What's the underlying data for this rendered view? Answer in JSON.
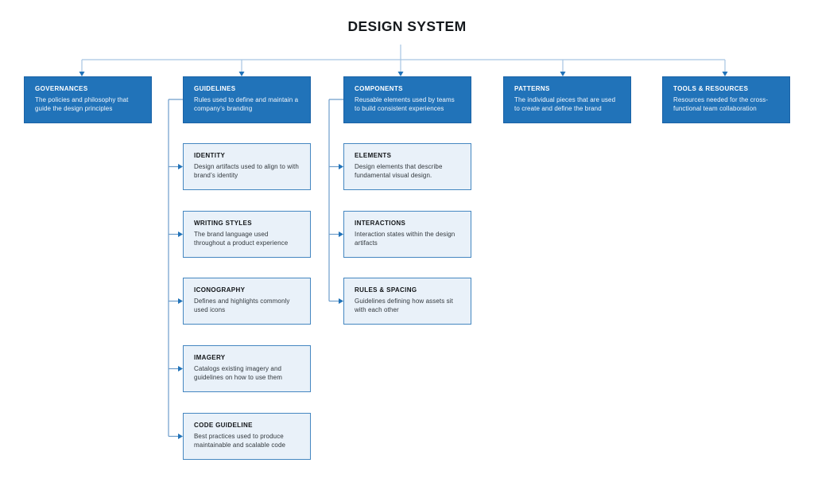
{
  "title": "DESIGN SYSTEM",
  "colors": {
    "primary_box_fill": "#2173b9",
    "primary_box_text": "#ffffff",
    "sub_box_fill": "#e9f1f9",
    "sub_box_border": "#4587c1",
    "sub_box_text": "#161616",
    "tree_line": "#a6c5e2",
    "branch_line": "#6d9dcb",
    "arrowhead": "#2173b9",
    "background": "#ffffff"
  },
  "top_nodes": [
    {
      "id": "governances",
      "title": "GOVERNANCES",
      "description": "The policies and philosophy that guide the design principles"
    },
    {
      "id": "guidelines",
      "title": "GUIDELINES",
      "description": "Rules used to define and maintain a company’s branding"
    },
    {
      "id": "components",
      "title": "COMPONENTS",
      "description": "Reusable elements used by teams to build consistent experiences"
    },
    {
      "id": "patterns",
      "title": "PATTERNS",
      "description": "The individual pieces that are used to create and define the brand"
    },
    {
      "id": "tools_resources",
      "title": "TOOLS & RESOURCES",
      "description": "Resources needed for the cross-functional team collaboration"
    }
  ],
  "guidelines_children": [
    {
      "id": "identity",
      "title": "IDENTITY",
      "description": "Design artifacts used to align to with brand’s identity"
    },
    {
      "id": "writing_styles",
      "title": "WRITING STYLES",
      "description": "The brand language used throughout a product experience"
    },
    {
      "id": "iconography",
      "title": "ICONOGRAPHY",
      "description": "Defines and highlights commonly used icons"
    },
    {
      "id": "imagery",
      "title": "IMAGERY",
      "description": "Catalogs existing imagery and guidelines on how to use them"
    },
    {
      "id": "code_guideline",
      "title": "CODE GUIDELINE",
      "description": "Best practices used to produce maintainable and scalable code"
    }
  ],
  "components_children": [
    {
      "id": "elements",
      "title": "ELEMENTS",
      "description": "Design elements that describe fundamental visual design."
    },
    {
      "id": "interactions",
      "title": "INTERACTIONS",
      "description": "Interaction states within the design artifacts"
    },
    {
      "id": "rules_spacing",
      "title": "RULES & SPACING",
      "description": "Guidelines defining how assets sit with each other"
    }
  ]
}
